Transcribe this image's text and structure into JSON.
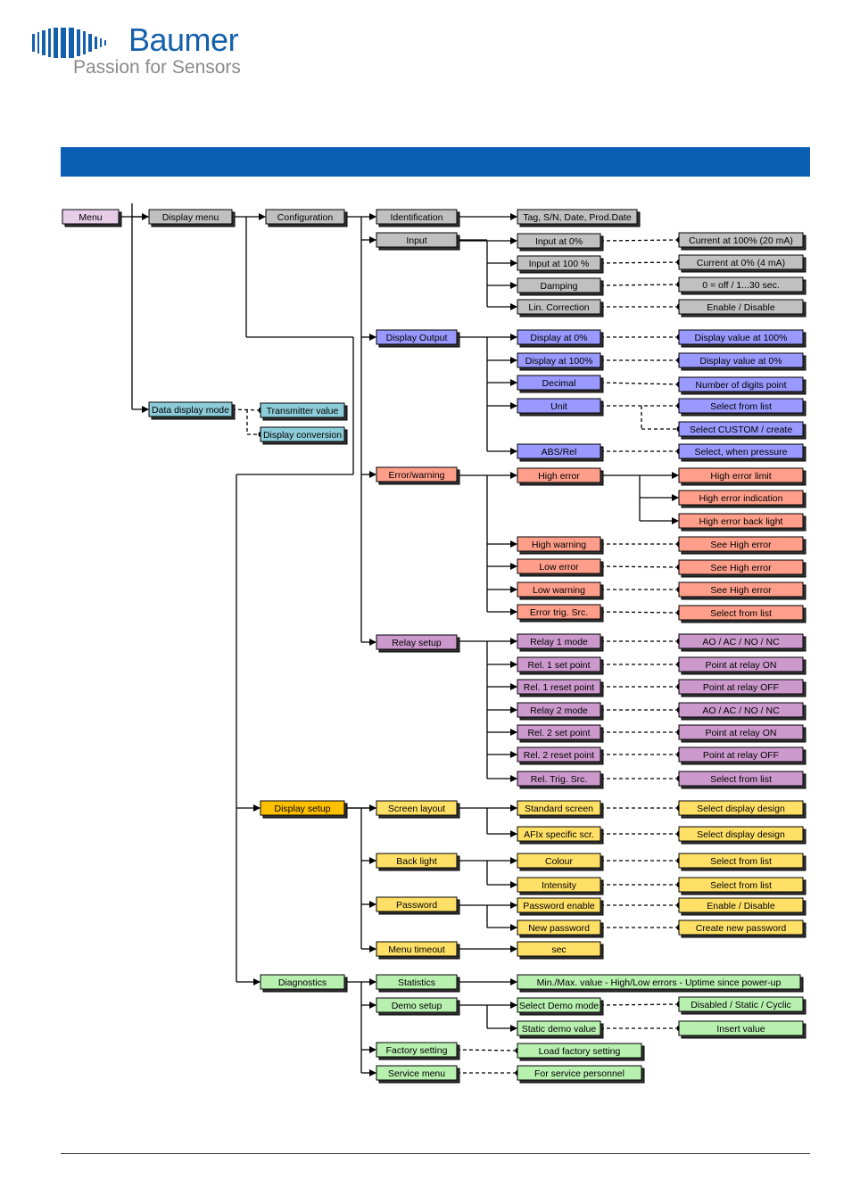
{
  "brand": {
    "name": "Baumer",
    "tagline": "Passion for Sensors",
    "logo_icon": "baumer-stripes-logo",
    "color": "#1560ab"
  },
  "header_bar_color": "#0a5fb4",
  "colors": {
    "menu": "#e6cce6",
    "grey": "#c0c0c0",
    "teal": "#8ccbd8",
    "blue": "#9999ff",
    "salmon": "#ff9e8a",
    "purple": "#cc99cc",
    "orange": "#ffc000",
    "yellow": "#ffe066",
    "green": "#b8f0b0"
  },
  "nodes": [
    {
      "id": "menu",
      "label": "Menu",
      "color": "menu"
    },
    {
      "id": "display_menu",
      "label": "Display menu",
      "color": "grey"
    },
    {
      "id": "configuration",
      "label": "Configuration",
      "color": "grey"
    },
    {
      "id": "identification",
      "label": "Identification",
      "color": "grey"
    },
    {
      "id": "tag",
      "label": "Tag, S/N, Date, Prod.Date",
      "color": "grey"
    },
    {
      "id": "input",
      "label": "Input",
      "color": "grey"
    },
    {
      "id": "input0",
      "label": "Input at 0%",
      "color": "grey"
    },
    {
      "id": "cur100",
      "label": "Current at 100% (20 mA)",
      "color": "grey"
    },
    {
      "id": "input100",
      "label": "Input at 100 %",
      "color": "grey"
    },
    {
      "id": "cur0",
      "label": "Current at 0% (4 mA)",
      "color": "grey"
    },
    {
      "id": "damping",
      "label": "Damping",
      "color": "grey"
    },
    {
      "id": "dampval",
      "label": "0 = off / 1...30 sec.",
      "color": "grey"
    },
    {
      "id": "lincorr",
      "label": "Lin. Correction",
      "color": "grey"
    },
    {
      "id": "enadis1",
      "label": "Enable / Disable",
      "color": "grey"
    },
    {
      "id": "dispout",
      "label": "Display Output",
      "color": "blue"
    },
    {
      "id": "disp0",
      "label": "Display at 0%",
      "color": "blue"
    },
    {
      "id": "dv100",
      "label": "Display value at 100%",
      "color": "blue"
    },
    {
      "id": "disp100",
      "label": "Display at 100%",
      "color": "blue"
    },
    {
      "id": "dv0",
      "label": "Display value at 0%",
      "color": "blue"
    },
    {
      "id": "decimal",
      "label": "Decimal",
      "color": "blue"
    },
    {
      "id": "digits",
      "label": "Number of digits point",
      "color": "blue"
    },
    {
      "id": "unit",
      "label": "Unit",
      "color": "blue"
    },
    {
      "id": "selunit",
      "label": "Select from list",
      "color": "blue"
    },
    {
      "id": "custom",
      "label": "Select CUSTOM / create",
      "color": "blue"
    },
    {
      "id": "absrel",
      "label": "ABS/Rel",
      "color": "blue"
    },
    {
      "id": "whenpress",
      "label": "Select, when pressure",
      "color": "blue"
    },
    {
      "id": "datadisp",
      "label": "Data display mode",
      "color": "teal"
    },
    {
      "id": "transval",
      "label": "Transmitter value",
      "color": "teal"
    },
    {
      "id": "dispconv",
      "label": "Display conversion",
      "color": "teal"
    },
    {
      "id": "errwarn",
      "label": "Error/warning",
      "color": "salmon"
    },
    {
      "id": "higherr",
      "label": "High error",
      "color": "salmon"
    },
    {
      "id": "herrlim",
      "label": "High error limit",
      "color": "salmon"
    },
    {
      "id": "herrind",
      "label": "High error indication",
      "color": "salmon"
    },
    {
      "id": "herrbl",
      "label": "High error back light",
      "color": "salmon"
    },
    {
      "id": "highwarn",
      "label": "High warning",
      "color": "salmon"
    },
    {
      "id": "seehe1",
      "label": "See High error",
      "color": "salmon"
    },
    {
      "id": "lowerr",
      "label": "Low error",
      "color": "salmon"
    },
    {
      "id": "seehe2",
      "label": "See High error",
      "color": "salmon"
    },
    {
      "id": "lowwarn",
      "label": "Low warning",
      "color": "salmon"
    },
    {
      "id": "seehe3",
      "label": "See High error",
      "color": "salmon"
    },
    {
      "id": "errtrig",
      "label": "Error trig. Src.",
      "color": "salmon"
    },
    {
      "id": "selerr",
      "label": "Select from list",
      "color": "salmon"
    },
    {
      "id": "relay",
      "label": "Relay setup",
      "color": "purple"
    },
    {
      "id": "r1mode",
      "label": "Relay 1 mode",
      "color": "purple"
    },
    {
      "id": "aoac1",
      "label": "AO / AC / NO / NC",
      "color": "purple"
    },
    {
      "id": "r1set",
      "label": "Rel. 1 set point",
      "color": "purple"
    },
    {
      "id": "ron1",
      "label": "Point at relay ON",
      "color": "purple"
    },
    {
      "id": "r1reset",
      "label": "Rel. 1 reset point",
      "color": "purple"
    },
    {
      "id": "roff1",
      "label": "Point at relay OFF",
      "color": "purple"
    },
    {
      "id": "r2mode",
      "label": "Relay 2 mode",
      "color": "purple"
    },
    {
      "id": "aoac2",
      "label": "AO / AC / NO / NC",
      "color": "purple"
    },
    {
      "id": "r2set",
      "label": "Rel. 2 set point",
      "color": "purple"
    },
    {
      "id": "ron2",
      "label": "Point at relay ON",
      "color": "purple"
    },
    {
      "id": "r2reset",
      "label": "Rel. 2 reset point",
      "color": "purple"
    },
    {
      "id": "roff2",
      "label": "Point at relay OFF",
      "color": "purple"
    },
    {
      "id": "reltrig",
      "label": "Rel. Trig. Src.",
      "color": "purple"
    },
    {
      "id": "selrel",
      "label": "Select from list",
      "color": "purple"
    },
    {
      "id": "dispsetup",
      "label": "Display setup",
      "color": "orange"
    },
    {
      "id": "screenlay",
      "label": "Screen layout",
      "color": "yellow"
    },
    {
      "id": "stdscreen",
      "label": "Standard screen",
      "color": "yellow"
    },
    {
      "id": "seldd1",
      "label": "Select display design",
      "color": "yellow"
    },
    {
      "id": "afix",
      "label": "AFIx specific scr.",
      "color": "yellow"
    },
    {
      "id": "seldd2",
      "label": "Select display design",
      "color": "yellow"
    },
    {
      "id": "backlight",
      "label": "Back light",
      "color": "yellow"
    },
    {
      "id": "colour",
      "label": "Colour",
      "color": "yellow"
    },
    {
      "id": "selcol",
      "label": "Select from list",
      "color": "yellow"
    },
    {
      "id": "intensity",
      "label": "Intensity",
      "color": "yellow"
    },
    {
      "id": "selint",
      "label": "Select from list",
      "color": "yellow"
    },
    {
      "id": "password",
      "label": "Password",
      "color": "yellow"
    },
    {
      "id": "pwenable",
      "label": "Password enable",
      "color": "yellow"
    },
    {
      "id": "enadis2",
      "label": "Enable / Disable",
      "color": "yellow"
    },
    {
      "id": "newpw",
      "label": "New password",
      "color": "yellow"
    },
    {
      "id": "createpw",
      "label": "Create new password",
      "color": "yellow"
    },
    {
      "id": "menutimeout",
      "label": "Menu timeout",
      "color": "yellow"
    },
    {
      "id": "sec",
      "label": "sec",
      "color": "yellow"
    },
    {
      "id": "diagnostics",
      "label": "Diagnostics",
      "color": "green"
    },
    {
      "id": "statistics",
      "label": "Statistics",
      "color": "green"
    },
    {
      "id": "minmax",
      "label": "Min./Max. value  - High/Low errors - Uptime since power-up",
      "color": "green"
    },
    {
      "id": "demosetup",
      "label": "Demo setup",
      "color": "green"
    },
    {
      "id": "seldemo",
      "label": "Select Demo mode",
      "color": "green"
    },
    {
      "id": "disstat",
      "label": "Disabled / Static / Cyclic",
      "color": "green"
    },
    {
      "id": "staticdemo",
      "label": "Static demo value",
      "color": "green"
    },
    {
      "id": "insertval",
      "label": "Insert value",
      "color": "green"
    },
    {
      "id": "factory",
      "label": "Factory setting",
      "color": "green"
    },
    {
      "id": "loadfactory",
      "label": "Load factory setting",
      "color": "green"
    },
    {
      "id": "service",
      "label": "Service menu",
      "color": "green"
    },
    {
      "id": "forservice",
      "label": "For service personnel",
      "color": "green"
    }
  ]
}
